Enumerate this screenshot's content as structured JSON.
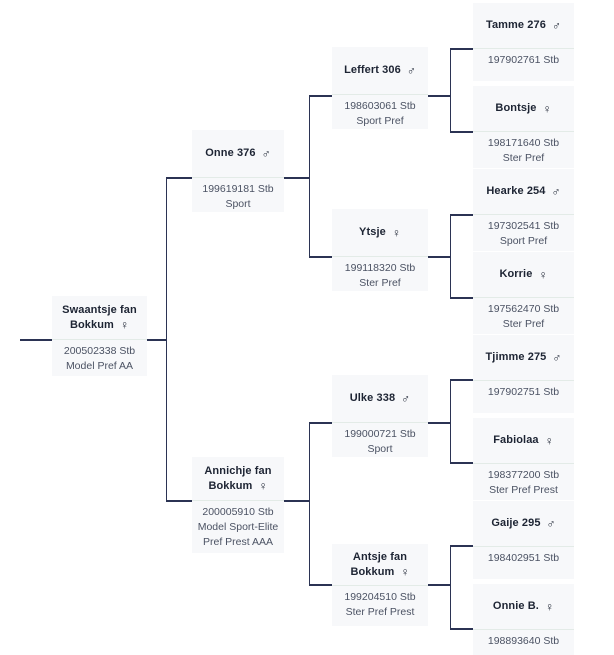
{
  "chart_type": "pedigree-tree",
  "colors": {
    "box_background": "#f7f8fa",
    "connector": "#2b3353",
    "name_text": "#1d2433",
    "info_text": "#4b5263",
    "divider": "#e3ebe7"
  },
  "icons": {
    "male": "♂",
    "female": "♀"
  },
  "generations": {
    "g1": [
      {
        "name": "Swaantsje fan Bokkum",
        "name_line1": "Swaantsje fan",
        "name_line2": "Bokkum",
        "sex": "female",
        "sex_symbol": "♀",
        "registration": "200502338 Stb",
        "predicates": [
          "Model Pref AA"
        ]
      }
    ],
    "g2": [
      {
        "name": "Onne 376",
        "name_line1": "Onne 376",
        "sex": "male",
        "sex_symbol": "♂",
        "registration": "199619181 Stb",
        "predicates": [
          "Sport"
        ]
      },
      {
        "name": "Annichje fan Bokkum",
        "name_line1": "Annichje fan",
        "name_line2": "Bokkum",
        "sex": "female",
        "sex_symbol": "♀",
        "registration": "200005910 Stb",
        "predicates": [
          "Model Sport-Elite",
          "Pref Prest AAA"
        ]
      }
    ],
    "g3": [
      {
        "name": "Leffert 306",
        "name_line1": "Leffert 306",
        "sex": "male",
        "sex_symbol": "♂",
        "registration": "198603061 Stb",
        "predicates": [
          "Sport Pref"
        ]
      },
      {
        "name": "Ytsje",
        "name_line1": "Ytsje",
        "sex": "female",
        "sex_symbol": "♀",
        "registration": "199118320 Stb",
        "predicates": [
          "Ster Pref"
        ]
      },
      {
        "name": "Ulke 338",
        "name_line1": "Ulke 338",
        "sex": "male",
        "sex_symbol": "♂",
        "registration": "199000721 Stb",
        "predicates": [
          "Sport"
        ]
      },
      {
        "name": "Antsje fan Bokkum",
        "name_line1": "Antsje fan",
        "name_line2": "Bokkum",
        "sex": "female",
        "sex_symbol": "♀",
        "registration": "199204510 Stb",
        "predicates": [
          "Ster Pref Prest"
        ]
      }
    ],
    "g4": [
      {
        "name": "Tamme 276",
        "name_line1": "Tamme 276",
        "sex": "male",
        "sex_symbol": "♂",
        "registration": "197902761 Stb",
        "predicates": []
      },
      {
        "name": "Bontsje",
        "name_line1": "Bontsje",
        "sex": "female",
        "sex_symbol": "♀",
        "registration": "198171640 Stb",
        "predicates": [
          "Ster Pref"
        ]
      },
      {
        "name": "Hearke 254",
        "name_line1": "Hearke 254",
        "sex": "male",
        "sex_symbol": "♂",
        "registration": "197302541 Stb",
        "predicates": [
          "Sport Pref"
        ]
      },
      {
        "name": "Korrie",
        "name_line1": "Korrie",
        "sex": "female",
        "sex_symbol": "♀",
        "registration": "197562470 Stb",
        "predicates": [
          "Ster Pref"
        ]
      },
      {
        "name": "Tjimme 275",
        "name_line1": "Tjimme 275",
        "sex": "male",
        "sex_symbol": "♂",
        "registration": "197902751 Stb",
        "predicates": []
      },
      {
        "name": "Fabiolaa",
        "name_line1": "Fabiolaa",
        "sex": "female",
        "sex_symbol": "♀",
        "registration": "198377200 Stb",
        "predicates": [
          "Ster Pref Prest"
        ]
      },
      {
        "name": "Gaije 295",
        "name_line1": "Gaije 295",
        "sex": "male",
        "sex_symbol": "♂",
        "registration": "198402951 Stb",
        "predicates": []
      },
      {
        "name": "Onnie B.",
        "name_line1": "Onnie B.",
        "sex": "female",
        "sex_symbol": "♀",
        "registration": "198893640 Stb",
        "predicates": []
      }
    ]
  }
}
